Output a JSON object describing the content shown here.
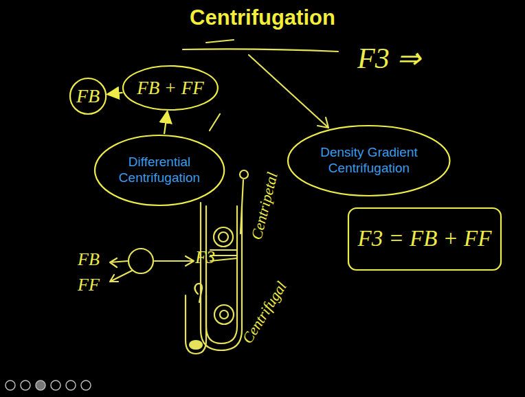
{
  "diagram": {
    "title": "Centrifugation",
    "nodes": [
      {
        "text": [
          "FB"
        ]
      },
      {
        "text": [
          "FB + FF"
        ]
      },
      {
        "text": [
          "Differential Centrifugation"
        ]
      },
      {
        "text": [
          "Density Gradient Centrifugation"
        ]
      },
      {
        "text": [
          "F3 = FB + FF"
        ]
      }
    ],
    "edges": [
      {
        "from": 2,
        "to": 1,
        "arrow": "to"
      },
      {
        "from": 1,
        "to": 0,
        "arrow": "to"
      }
    ],
    "labels": [
      "F3 ⇒",
      "FB",
      "FF",
      "F3",
      "Centripetal",
      "Centrifugal"
    ]
  }
}
